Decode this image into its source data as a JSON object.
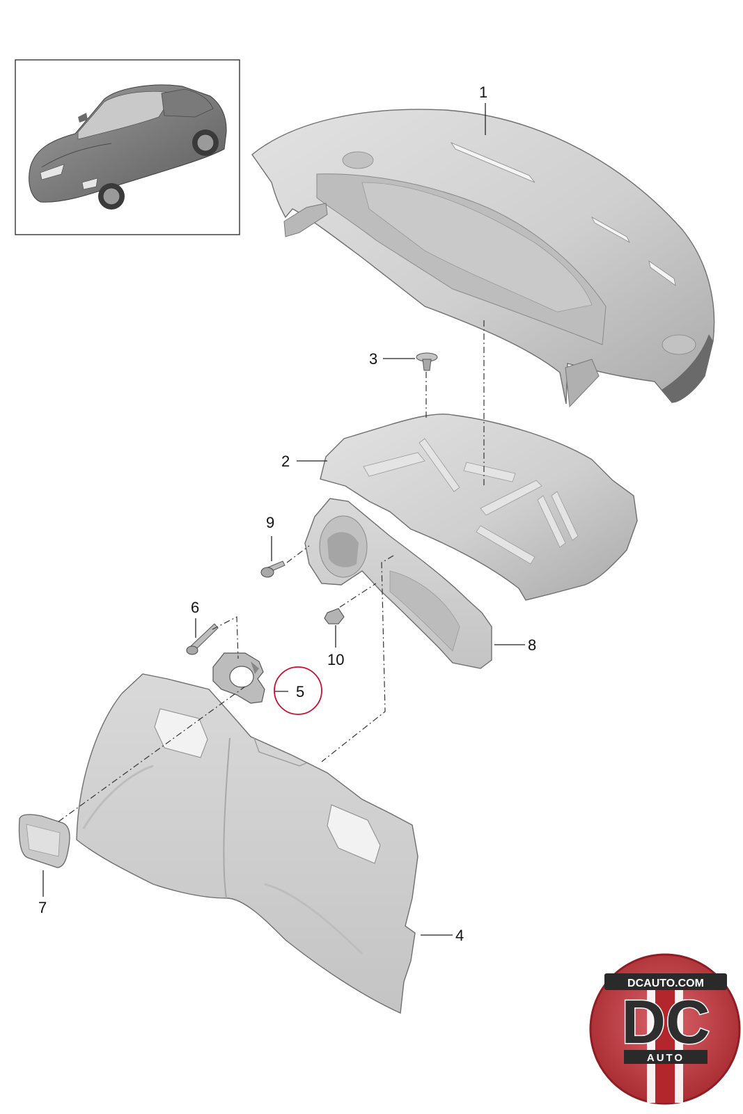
{
  "diagram": {
    "inset_vehicle": "car-thumbnail",
    "colors": {
      "part_fill": "#d3d3d3",
      "part_shade": "#b5b5b5",
      "part_dark": "#8d8d8d",
      "highlight_circle": "#c8102e",
      "logo_red": "#b3262b"
    },
    "callouts": [
      {
        "id": "c1",
        "label": "1"
      },
      {
        "id": "c2",
        "label": "2"
      },
      {
        "id": "c3",
        "label": "3"
      },
      {
        "id": "c4",
        "label": "4"
      },
      {
        "id": "c5",
        "label": "5",
        "highlighted": true
      },
      {
        "id": "c6",
        "label": "6"
      },
      {
        "id": "c7",
        "label": "7"
      },
      {
        "id": "c8",
        "label": "8"
      },
      {
        "id": "c9",
        "label": "9"
      },
      {
        "id": "c10",
        "label": "10"
      }
    ]
  },
  "logo": {
    "url_text": "DCAUTO.COM",
    "monogram": "DC",
    "sub_text": "AUTO"
  }
}
